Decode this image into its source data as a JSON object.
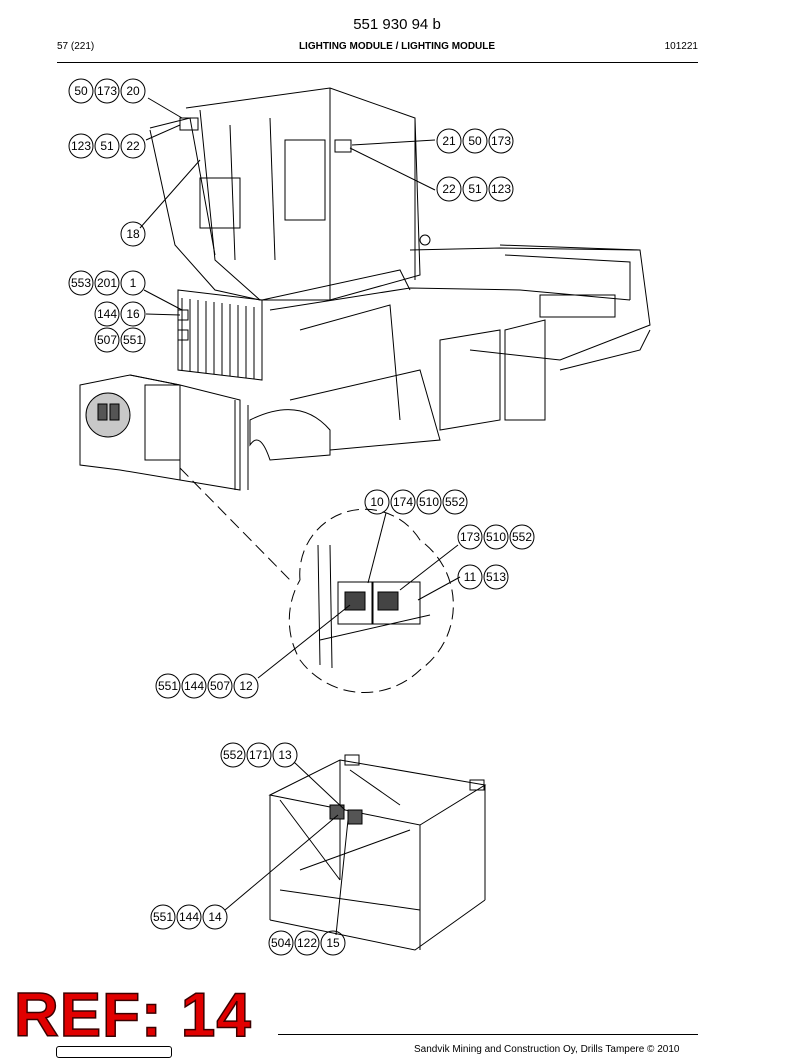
{
  "header": {
    "doc_number": "551 930 94 b",
    "page": "57 (221)",
    "title": "LIGHTING MODULE / LIGHTING MODULE",
    "date_code": "101221"
  },
  "callouts": [
    [
      "50",
      "173",
      "20"
    ],
    [
      "123",
      "51",
      "22"
    ],
    [
      "21",
      "50",
      "173"
    ],
    [
      "22",
      "51",
      "123"
    ],
    [
      "18"
    ],
    [
      "553",
      "201",
      "1"
    ],
    [
      "144",
      "16"
    ],
    [
      "507",
      "551"
    ],
    [
      "10",
      "174",
      "510",
      "552"
    ],
    [
      "173",
      "510",
      "552"
    ],
    [
      "11",
      "513"
    ],
    [
      "551",
      "144",
      "507",
      "12"
    ],
    [
      "552",
      "171",
      "13"
    ],
    [
      "551",
      "144",
      "14"
    ],
    [
      "504",
      "122",
      "15"
    ]
  ],
  "stamp": "REF: 14",
  "footer": {
    "copyright": "Sandvik Mining and Construction Oy, Drills Tampere © 2010"
  }
}
